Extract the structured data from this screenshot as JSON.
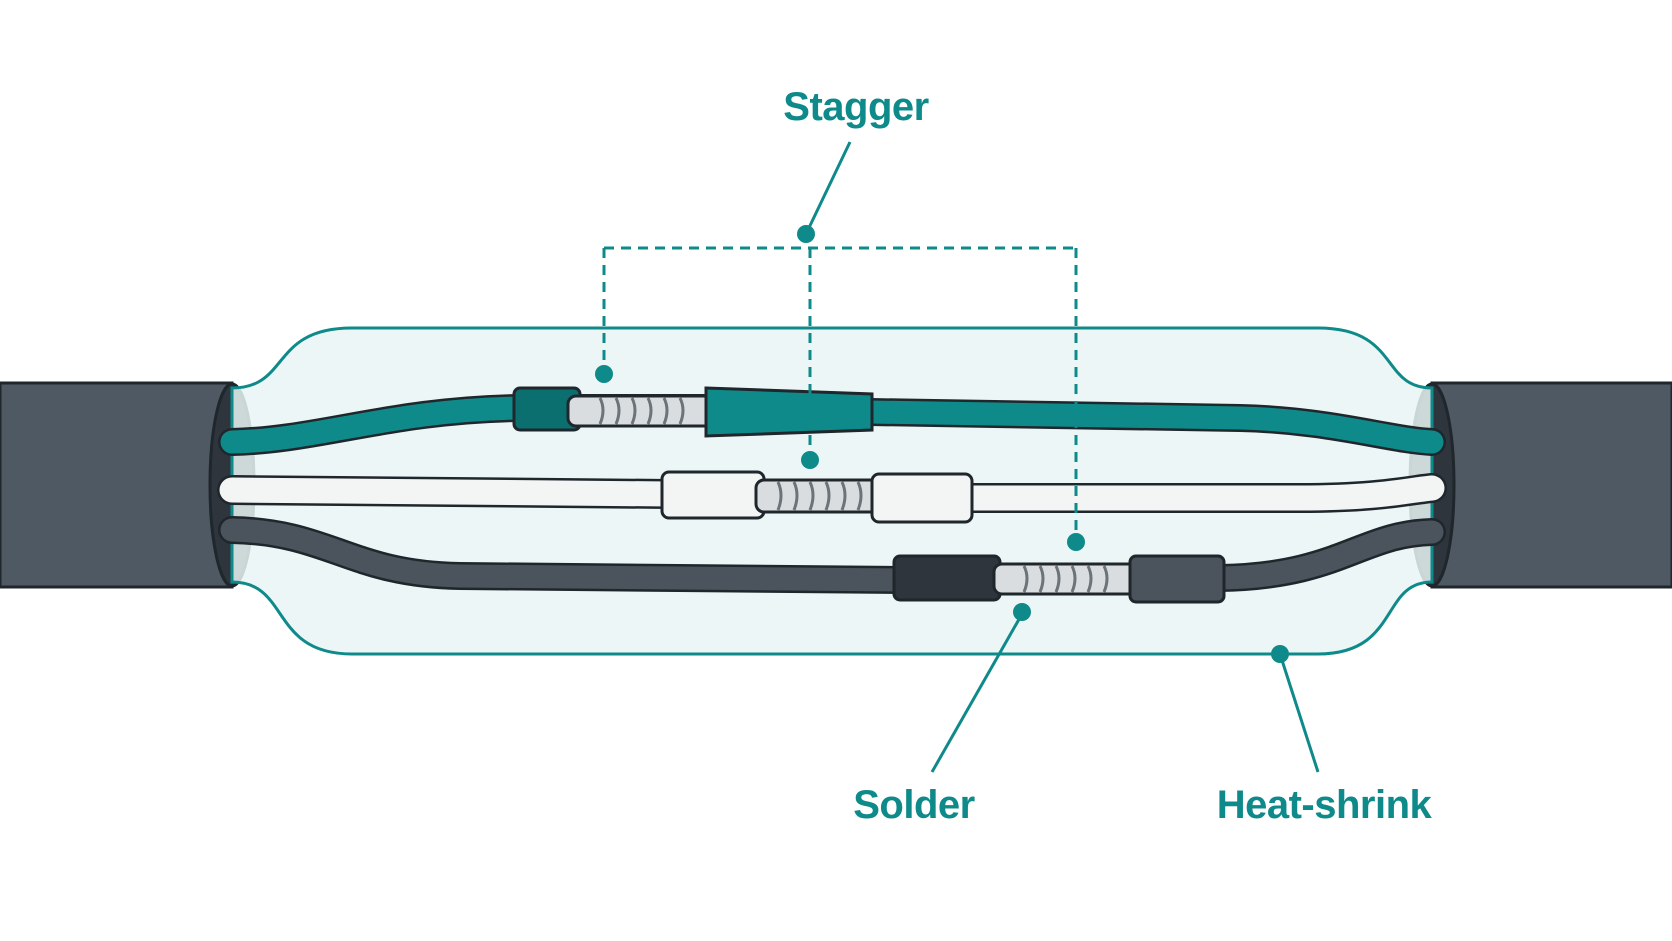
{
  "labels": {
    "stagger": "Stagger",
    "solder": "Solder",
    "heat_shrink": "Heat-shrink"
  },
  "colors": {
    "teal": "#0f8a8a",
    "teal_dark": "#0b6f70",
    "jacket": "#4f5964",
    "jacket_dark": "#2e353d",
    "white_wire": "#f3f4f4",
    "gray_wire": "#4b535c",
    "solder_silver": "#d9dddf",
    "tube_fill": "#e9f4f4",
    "outline": "#1f262c"
  },
  "icons": {
    "callout_dot": "filled-circle",
    "solder_joint": "coiled-wire-splice"
  }
}
